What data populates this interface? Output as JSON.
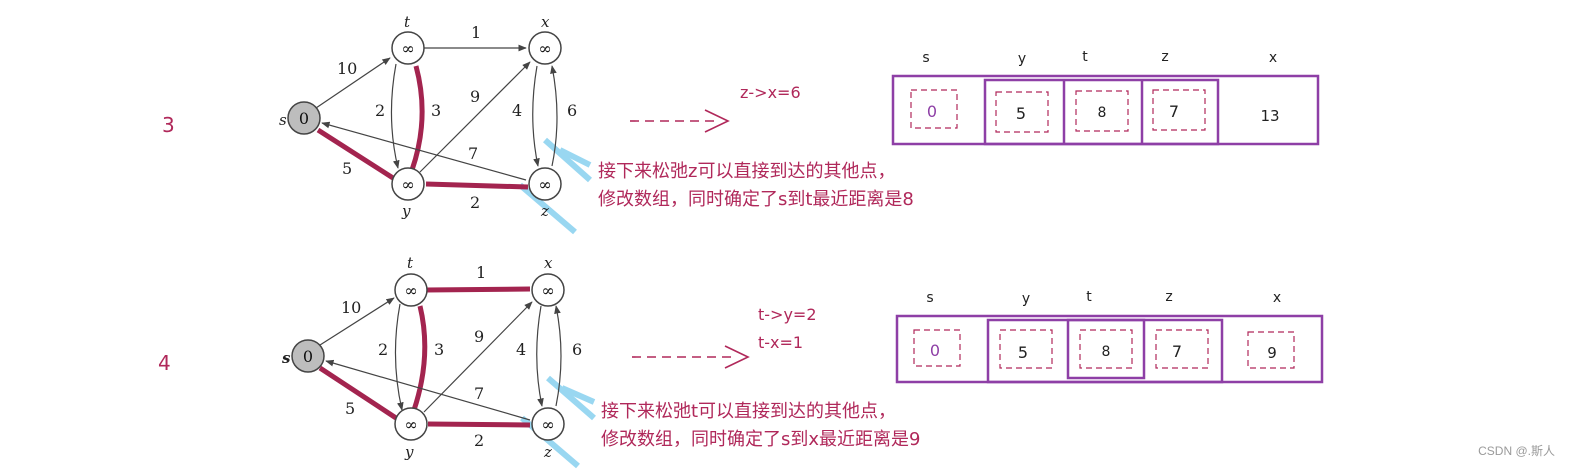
{
  "sections": [
    {
      "step": "3",
      "graph": {
        "nodes": {
          "s": "0",
          "t": "∞",
          "x": "∞",
          "y": "∞",
          "z": "∞"
        },
        "node_names": {
          "s": "s",
          "t": "t",
          "x": "x",
          "y": "y",
          "z": "z"
        },
        "edge_weights": {
          "st": "10",
          "sy": "5",
          "tx": "1",
          "ty": "2",
          "yt": "3",
          "yx": "9",
          "xz": "4",
          "zx": "6",
          "zs": "7",
          "yz": "2"
        }
      },
      "relax": "z->x=6",
      "note_lines": [
        "接下来松弛z可以直接到达的其他点，",
        "修改数组，同时确定了s到t最近距离是8"
      ],
      "table": {
        "headers": [
          "s",
          "y",
          "t",
          "z",
          "x"
        ],
        "values": [
          "0",
          "5",
          "8",
          "7",
          "13"
        ]
      }
    },
    {
      "step": "4",
      "graph": {
        "nodes": {
          "s": "0",
          "t": "∞",
          "x": "∞",
          "y": "∞",
          "z": "∞"
        },
        "node_names": {
          "s": "s",
          "t": "t",
          "x": "x",
          "y": "y",
          "z": "z"
        },
        "edge_weights": {
          "st": "10",
          "sy": "5",
          "tx": "1",
          "ty": "2",
          "yt": "3",
          "yx": "9",
          "xz": "4",
          "zx": "6",
          "zs": "7",
          "yz": "2"
        }
      },
      "relax_lines": [
        "t->y=2",
        "t-x=1"
      ],
      "note_lines": [
        "接下来松弛t可以直接到达的其他点，",
        "修改数组，同时确定了s到x最近距离是9"
      ],
      "table": {
        "headers": [
          "s",
          "y",
          "t",
          "z",
          "x"
        ],
        "values": [
          "0",
          "5",
          "8",
          "7",
          "9"
        ]
      }
    }
  ],
  "watermark": "CSDN @.斯人",
  "colors": {
    "highlight": "#a3244f",
    "table": "#8e3fa6",
    "annotation": "#b0285a",
    "node_fill_source": "#bdbdbd",
    "marker": "#8fd3f0"
  }
}
